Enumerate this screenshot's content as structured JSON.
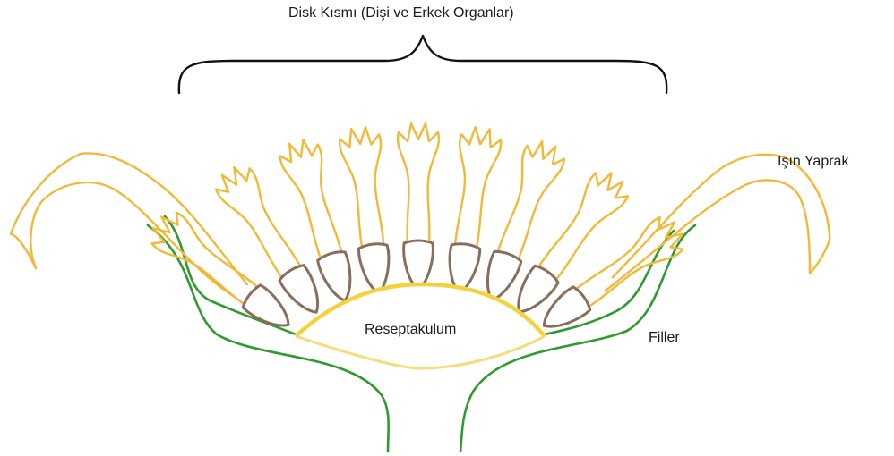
{
  "labels": {
    "disk": "Disk Kısmı (Dişi ve Erkek Organlar)",
    "ray_petal": "Işın Yaprak",
    "receptacle": "Reseptakulum",
    "bracts": "Filler"
  },
  "colors": {
    "petal": "#f0b938",
    "floret_base": "#8a6e5c",
    "bract": "#2f9a2f",
    "receptacle_top": "#f5d23c",
    "receptacle_bottom": "#f7dc7a",
    "brace": "#111111"
  }
}
